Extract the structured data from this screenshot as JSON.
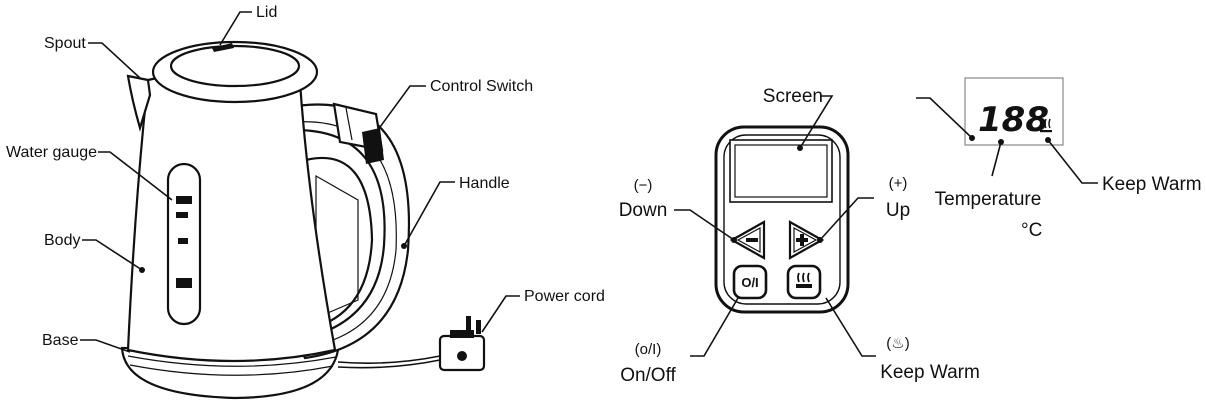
{
  "kettle": {
    "labels": {
      "lid": "Lid",
      "spout": "Spout",
      "control_switch": "Control Switch",
      "water_gauge": "Water gauge",
      "handle": "Handle",
      "body": "Body",
      "power_cord": "Power cord",
      "base": "Base"
    }
  },
  "panel": {
    "labels": {
      "screen": "Screen",
      "down_symbol": "(−)",
      "down": "Down",
      "up_symbol": "(+)",
      "up": "Up",
      "on_off_symbol": "(o/I)",
      "on_off": "On/Off",
      "keep_warm_symbol": "(♨)",
      "keep_warm": "Keep Warm"
    },
    "buttons": {
      "power": "O/I"
    }
  },
  "display": {
    "digits": "188",
    "temperature": "Temperature",
    "unit": "°C",
    "keep_warm": "Keep Warm"
  }
}
